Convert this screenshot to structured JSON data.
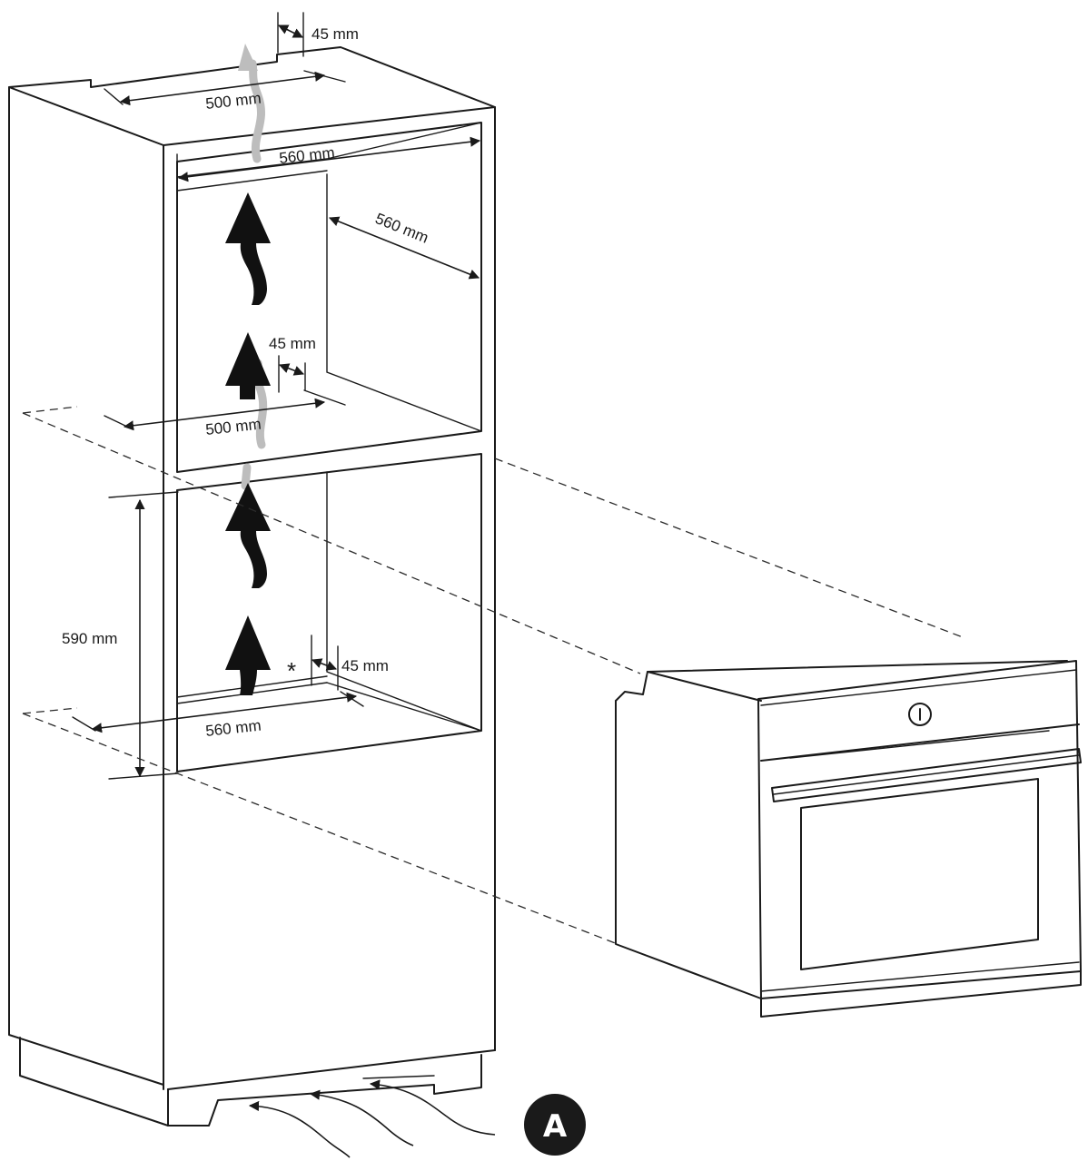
{
  "figure": {
    "dimensions": {
      "top_depth_gap": "45 mm",
      "top_depth": "500 mm",
      "top_width": "560 mm",
      "side_depth": "560 mm",
      "shelf_gap": "45 mm",
      "shelf_depth": "500 mm",
      "niche_height": "590 mm",
      "bottom_gap": "45 mm",
      "bottom_width": "560 mm"
    },
    "asterisk": "*",
    "badge_label": "A"
  },
  "colors": {
    "line": "#1a1a1a",
    "arrow": "#111111",
    "ghost_arrow": "#bdbdbd",
    "badge": "#1a1a1a"
  }
}
